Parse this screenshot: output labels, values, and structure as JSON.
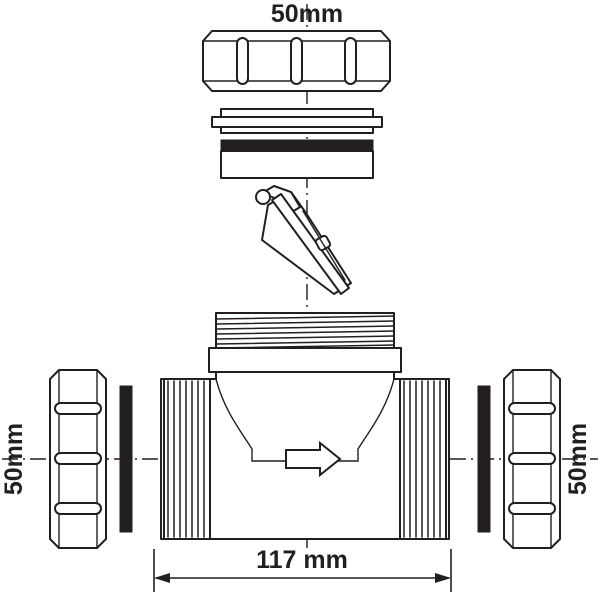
{
  "drawing": {
    "title": "Inline check valve exploded assembly drawing",
    "background_color": "#ffffff",
    "line_color": "#231f20",
    "seal_color": "#231f20",
    "labels": {
      "top_size": "50mm",
      "left_size": "50mm",
      "right_size": "50mm",
      "overall_length": "117 mm"
    },
    "parts": [
      {
        "name": "top-cap",
        "description": "ribbed screw cap"
      },
      {
        "name": "cap-collar",
        "description": "collar with o-ring seal"
      },
      {
        "name": "flap-valve",
        "description": "hinged flap valve insert"
      },
      {
        "name": "valve-body",
        "description": "main threaded tee body"
      },
      {
        "name": "left-union-nut",
        "description": "ribbed union nut"
      },
      {
        "name": "right-union-nut",
        "description": "ribbed union nut"
      },
      {
        "name": "left-washer",
        "description": "flat sealing washer"
      },
      {
        "name": "right-washer",
        "description": "flat sealing washer"
      }
    ],
    "flow": {
      "direction": "right",
      "symbol": "flow-arrow"
    }
  }
}
